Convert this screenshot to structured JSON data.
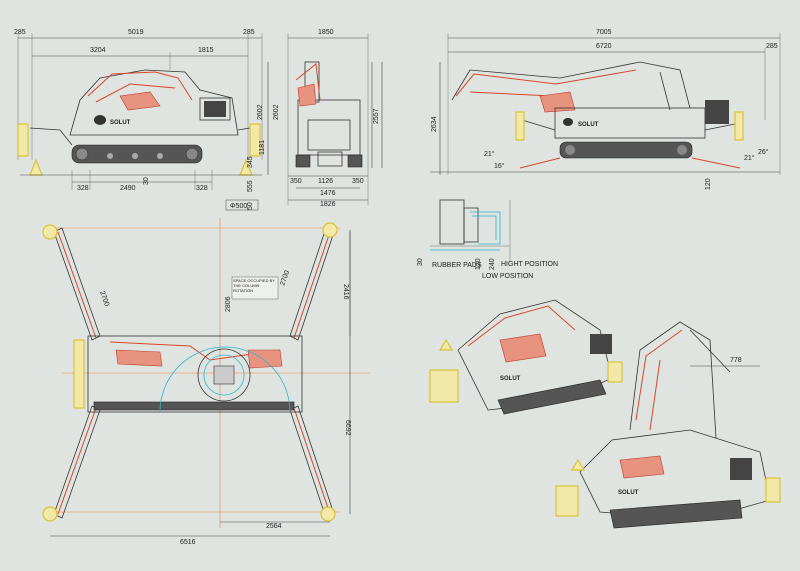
{
  "side_view": {
    "dims_top": [
      "285",
      "5019",
      "285"
    ],
    "dims_second": [
      "3204",
      "1815"
    ],
    "dims_right": [
      "2602",
      "1181",
      "345",
      "555",
      "50"
    ],
    "dims_bottom": [
      "328",
      "2490",
      "328"
    ],
    "small_30": "30",
    "pad_diameter": "Φ500",
    "brand": "SOLUT"
  },
  "front_view": {
    "dim_top": "1850",
    "dims_side": [
      "2602",
      "2557"
    ],
    "dims_bottom_row1": [
      "350",
      "1126",
      "350"
    ],
    "dim_bottom_row2": "1476",
    "dim_bottom_row3": "1826"
  },
  "extended_view": {
    "dim_top": "7005",
    "dim_second": "6720",
    "dim_right_285": "285",
    "dim_left": "2634",
    "angles": [
      "21°",
      "16°",
      "21°",
      "26°"
    ],
    "dim_120": "120",
    "brand": "SOLUT"
  },
  "pad_detail": {
    "rubber_pads": "RUBBER PADS",
    "high_position": "HIGHT POSITION",
    "low_position": "LOW POSITION",
    "nums": [
      "30",
      "120",
      "240"
    ]
  },
  "top_view": {
    "dims_arm": [
      "2700",
      "2700"
    ],
    "dim_2416": "2416",
    "dim_radius": "2806",
    "note": "SPACE OCCUPIED BY THE COLUMN ROTATION",
    "dim_6692": "6692",
    "dim_2564": "2564",
    "dim_6516": "6516"
  },
  "iso_view": {
    "brand": "SOLUT",
    "dim_778": "778"
  }
}
